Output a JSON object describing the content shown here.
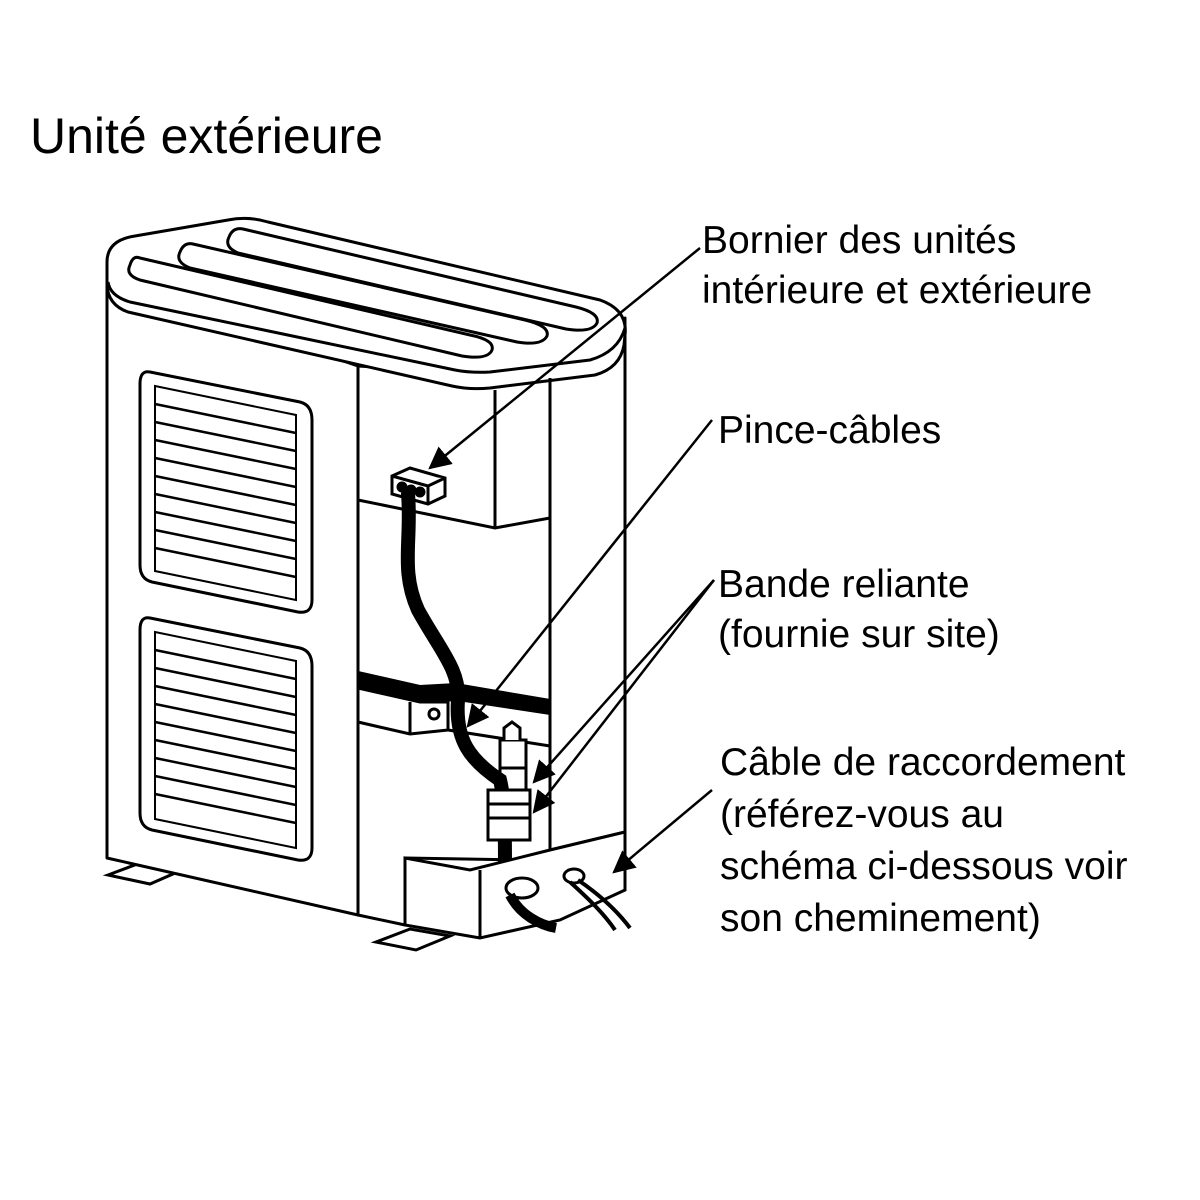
{
  "title": "Unité extérieure",
  "labels": {
    "bornier": [
      "Bornier des unités",
      "intérieure et extérieure"
    ],
    "pince": [
      "Pince-câbles"
    ],
    "bande": [
      "Bande reliante",
      "(fournie sur site)"
    ],
    "cable": [
      "Câble de raccordement",
      "(référez-vous au",
      "schéma ci-dessous voir",
      "son cheminement)"
    ]
  },
  "colors": {
    "line": "#000000",
    "fill": "#ffffff"
  }
}
